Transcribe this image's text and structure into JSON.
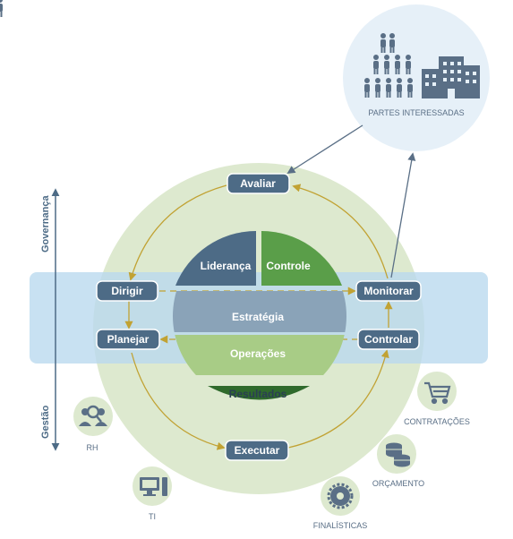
{
  "diagram": {
    "nodes": {
      "avaliar": "Avaliar",
      "dirigir": "Dirigir",
      "planejar": "Planejar",
      "monitorar": "Monitorar",
      "controlar": "Controlar",
      "executar": "Executar"
    },
    "center": {
      "lideranca": "Liderança",
      "controle": "Controle",
      "estrategia": "Estratégia",
      "operacoes": "Operações",
      "resultados": "Resultados"
    },
    "side_axis": {
      "governanca": "Governança",
      "gestao": "Gestão"
    },
    "stakeholders": {
      "label": "PARTES INTERESSADAS"
    },
    "areas": [
      {
        "label": "RH",
        "icon": "people-search-icon"
      },
      {
        "label": "TI",
        "icon": "computer-icon"
      },
      {
        "label": "FINALÍSTICAS",
        "icon": "gear-icon"
      },
      {
        "label": "ORÇAMENTO",
        "icon": "coins-icon"
      },
      {
        "label": "CONTRATAÇÕES",
        "icon": "cart-icon"
      }
    ],
    "colors": {
      "navy": "#4d6b86",
      "green": "#5a9e49",
      "dark_green": "#2f6a2c",
      "light_green": "#dde9cf",
      "band_blue": "#b9d9ee",
      "arrow_gold": "#c1a233",
      "circle_blue": "#e6f0f8"
    }
  }
}
